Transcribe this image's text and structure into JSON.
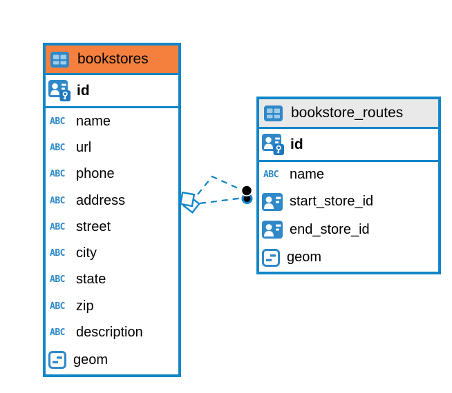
{
  "diagram": {
    "kind": "entity-relationship",
    "background": "#ffffff"
  },
  "colors": {
    "table_border": "#1186c8",
    "bookstores_header": "#f5803d",
    "routes_header": "#e9e9e9",
    "icon_blue": "#2f89c8",
    "icon_cell_light": "#9fcbe8",
    "key_badge_blue": "#1d78c0",
    "relation_line": "#1186c8",
    "relation_dot": "#000000",
    "text": "#000000"
  },
  "icons": {
    "abc_label": "ABC"
  },
  "tables": {
    "bookstores": {
      "title": "bookstores",
      "primary_key": "id",
      "columns": [
        {
          "name": "name",
          "type": "text"
        },
        {
          "name": "url",
          "type": "text"
        },
        {
          "name": "phone",
          "type": "text"
        },
        {
          "name": "address",
          "type": "text"
        },
        {
          "name": "street",
          "type": "text"
        },
        {
          "name": "city",
          "type": "text"
        },
        {
          "name": "state",
          "type": "text"
        },
        {
          "name": "zip",
          "type": "text"
        },
        {
          "name": "description",
          "type": "text"
        },
        {
          "name": "geom",
          "type": "geometry"
        }
      ]
    },
    "bookstore_routes": {
      "title": "bookstore_routes",
      "primary_key": "id",
      "columns": [
        {
          "name": "name",
          "type": "text"
        },
        {
          "name": "start_store_id",
          "type": "foreign-key"
        },
        {
          "name": "end_store_id",
          "type": "foreign-key"
        },
        {
          "name": "geom",
          "type": "geometry"
        }
      ]
    }
  },
  "relationships": [
    {
      "from_table": "bookstores",
      "to_table": "bookstore_routes",
      "via_column": "start_store_id",
      "line_style": "dashed"
    },
    {
      "from_table": "bookstores",
      "to_table": "bookstore_routes",
      "via_column": "end_store_id",
      "line_style": "dashed"
    }
  ]
}
